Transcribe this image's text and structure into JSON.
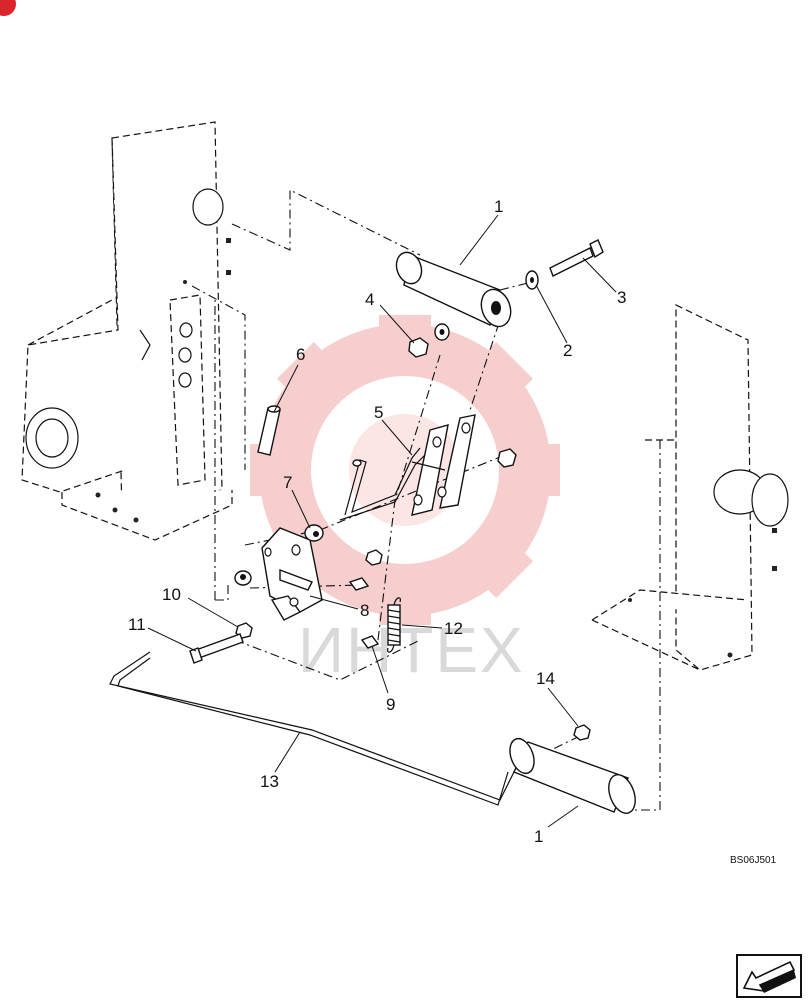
{
  "diagram": {
    "callouts": [
      {
        "id": "c1a",
        "label": "1"
      },
      {
        "id": "c1b",
        "label": "1"
      },
      {
        "id": "c2",
        "label": "2"
      },
      {
        "id": "c3",
        "label": "3"
      },
      {
        "id": "c4",
        "label": "4"
      },
      {
        "id": "c5",
        "label": "5"
      },
      {
        "id": "c6",
        "label": "6"
      },
      {
        "id": "c7",
        "label": "7"
      },
      {
        "id": "c8",
        "label": "8"
      },
      {
        "id": "c9",
        "label": "9"
      },
      {
        "id": "c10",
        "label": "10"
      },
      {
        "id": "c11",
        "label": "11"
      },
      {
        "id": "c12",
        "label": "12"
      },
      {
        "id": "c13",
        "label": "13"
      },
      {
        "id": "c14",
        "label": "14"
      }
    ],
    "drawing_code": "BS06J501",
    "watermark_text": "ИНТЕХ",
    "colors": {
      "line": "#111111",
      "watermark_gear": "#f6c9c9",
      "corner_mark": "#d9262c"
    }
  }
}
